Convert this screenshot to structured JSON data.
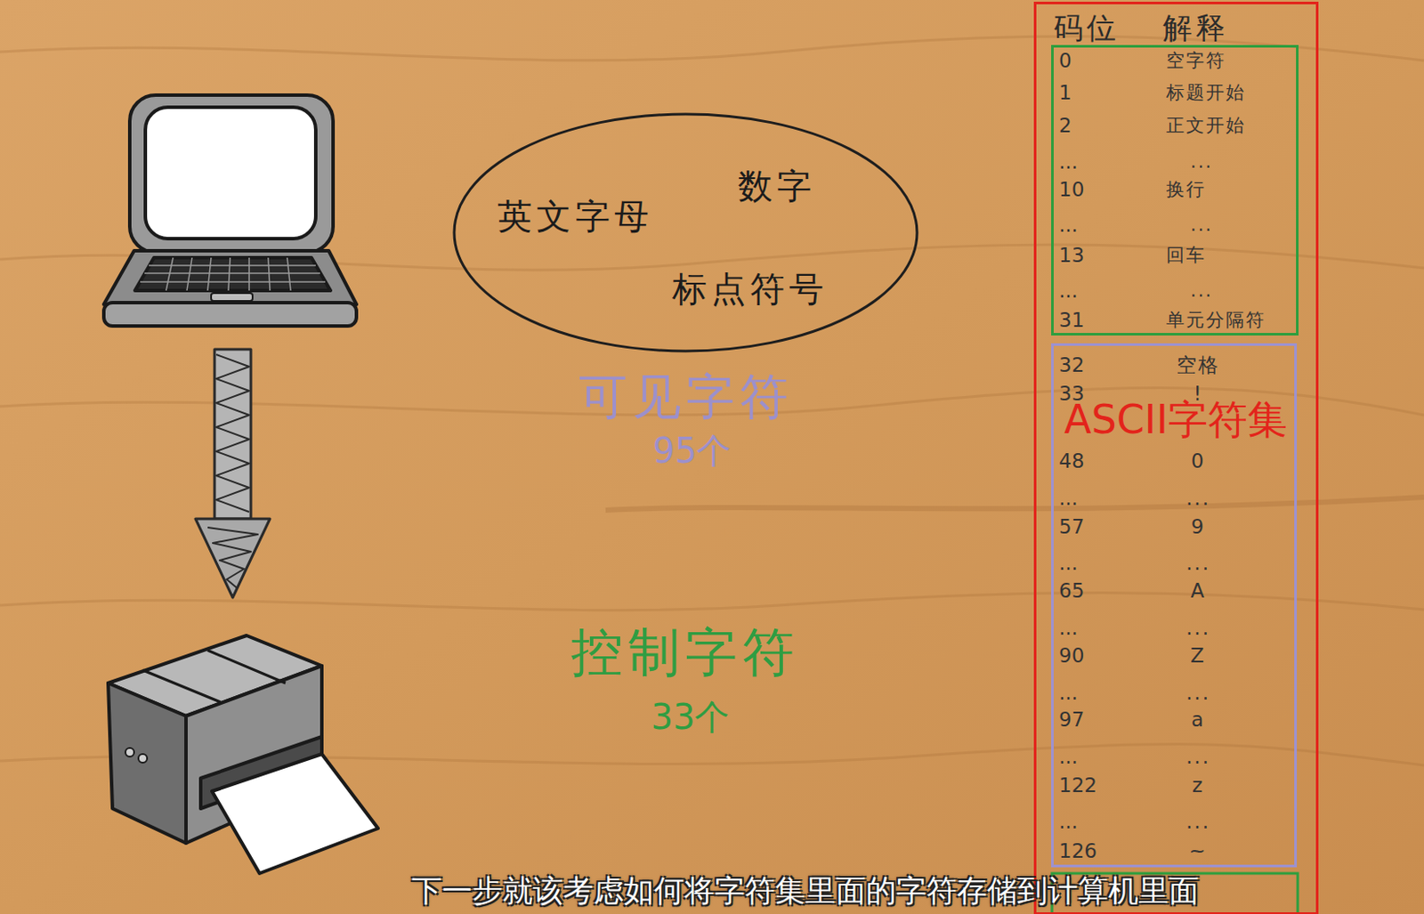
{
  "diagram": {
    "nodes": [
      {
        "text": [
          "英文字母",
          "数字",
          "标点符号"
        ]
      },
      {
        "text": [
          "码位",
          "解释",
          "ASCII字符集"
        ]
      },
      {
        "text": [
          "0",
          "空字符",
          "1",
          "标题开始",
          "2",
          "正文开始",
          "...",
          "...",
          "10",
          "换行",
          "...",
          "...",
          "13",
          "回车",
          "...",
          "...",
          "31",
          "单元分隔符"
        ],
        "in": 1
      },
      {
        "text": [
          "32",
          "空格",
          "33",
          "!",
          "48",
          "0",
          "...",
          "...",
          "57",
          "9",
          "...",
          "...",
          "65",
          "A",
          "...",
          "...",
          "90",
          "Z",
          "...",
          "...",
          "97",
          "a",
          "...",
          "...",
          "122",
          "z",
          "...",
          "...",
          "126",
          "~"
        ],
        "in": 1
      }
    ],
    "labels": [
      "可见字符",
      "95个",
      "控制字符",
      "33个",
      "下一步就该考虑如何将字符集里面的字符存储到计算机里面"
    ]
  }
}
